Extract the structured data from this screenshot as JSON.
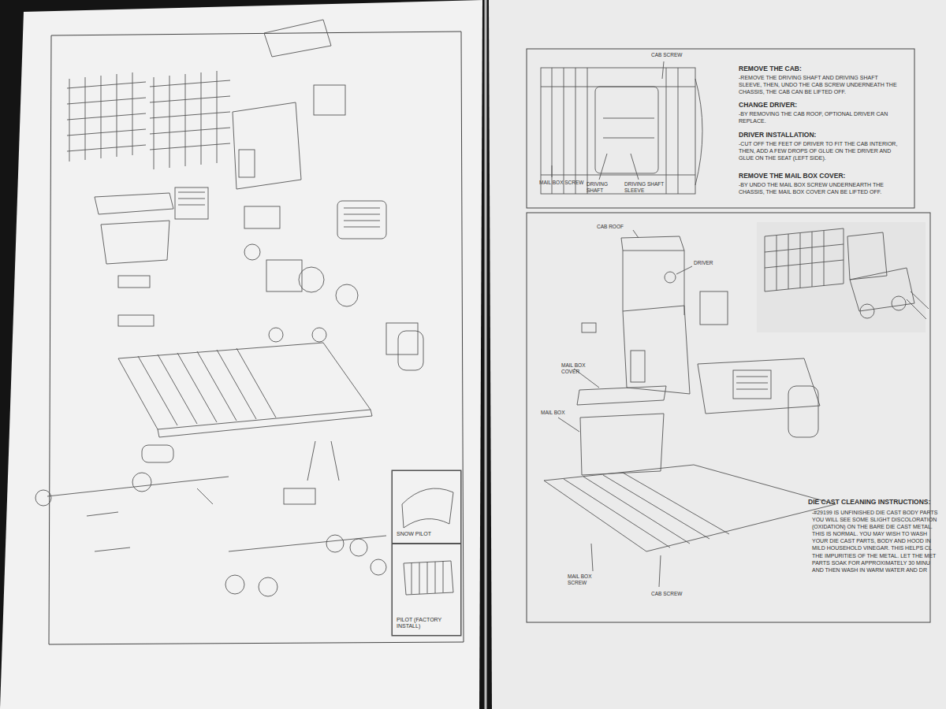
{
  "diagram": {
    "nodes": [
      {
        "text": [
          "SNOW PILOT"
        ]
      },
      {
        "text": [
          "PILOT (FACTORY INSTALL)"
        ]
      }
    ],
    "labels": [
      "REMOVE THE CAB:",
      "-REMOVE THE DRIVING SHAFT AND DRIVING SHAFT SLEEVE, THEN, UNDO THE CAB SCREW UNDERNEATH THE CHASSIS, THE CAB CAN BE LIFTED OFF.",
      "CHANGE DRIVER:",
      "-BY REMOVING THE CAB ROOF, OPTIONAL DRIVER CAN REPLACE.",
      "DRIVER INSTALLATION:",
      "-CUT OFF THE FEET OF DRIVER TO FIT THE CAB INTERIOR, THEN, ADD A FEW DROPS OF GLUE ON THE DRIVER AND GLUE ON THE SEAT (LEFT SIDE).",
      "REMOVE THE MAIL BOX COVER:",
      "-BY UNDO THE MAIL BOX SCREW UNDERNEARTH THE CHASSIS, THE MAIL BOX COVER CAN BE LIFTED OFF.",
      "CAB SCREW",
      "MAIL BOX SCREW",
      "DRIVING SHAFT",
      "DRIVING SHAFT SLEEVE",
      "CAB ROOF",
      "DRIVER",
      "MAIL BOX COVER",
      "MAIL BOX",
      "MAIL BOX SCREW",
      "CAB SCREW",
      "DIE CAST CLEANING INSTRUCTIONS:",
      "-#29199 IS UNFINISHED DIE CAST BODY PARTS YOU WILL SEE SOME SLIGHT DISCOLORATION (OXIDATION) ON THE BARE DIE CAST METAL. THIS IS NORMAL. YOU MAY WISH TO WASH YOUR DIE CAST PARTS, BODY AND HOOD IN MILD HOUSEHOLD VINEGAR. THIS HELPS CL THE IMPURITIES OF THE METAL. LET THE MET PARTS SOAK FOR APPROXIMATELY 30 MINU AND THEN WASH IN WARM WATER AND DR"
    ]
  }
}
